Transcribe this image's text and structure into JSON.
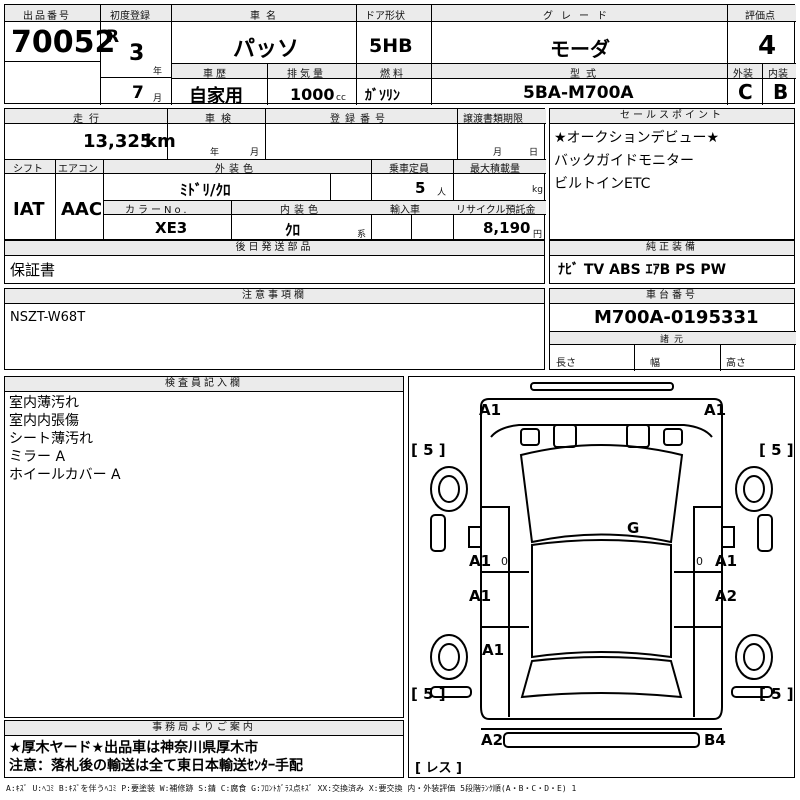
{
  "header": {
    "lot_label": "出品番号",
    "lot_no": "70052",
    "first_reg_label": "初度登録",
    "era": "R",
    "year": "3",
    "year_unit": "年",
    "month": "7",
    "month_unit": "月",
    "car_name_label": "車名",
    "car_name": "パッソ",
    "door_label": "ドア形状",
    "door": "5HB",
    "grade_label": "グレード",
    "grade": "モーダ",
    "score_label": "評価点",
    "score": "4",
    "history_label": "車歴",
    "history": "自家用",
    "displacement_label": "排気量",
    "displacement": "1000",
    "displacement_unit": "cc",
    "fuel_label": "燃料",
    "fuel": "ｶﾞｿﾘﾝ",
    "model_label": "型式",
    "model": "5BA-M700A",
    "exterior_label": "外装",
    "exterior": "C",
    "interior_label": "内装",
    "interior": "B"
  },
  "spec": {
    "mileage_label": "走行",
    "mileage": "13,325",
    "mileage_unit": "km",
    "inspection_label": "車検",
    "insp_year_unit": "年",
    "insp_month_unit": "月",
    "reg_no_label": "登録番号",
    "transfer_label": "譲渡書類期限",
    "transfer_month_unit": "月",
    "transfer_day_unit": "日",
    "shift_label": "シフト",
    "shift": "IAT",
    "ac_label": "エアコン",
    "ac": "AAC",
    "ext_color_label": "外装色",
    "ext_color": "ﾐﾄﾞﾘ/ｸﾛ",
    "capacity_label": "乗車定員",
    "capacity": "5",
    "capacity_unit": "人",
    "max_load_label": "最大積載量",
    "max_load_unit": "kg",
    "color_no_label": "カラーNo.",
    "color_no": "XE3",
    "int_color_label": "内装色",
    "int_color": "ｸﾛ",
    "int_color_unit": "系",
    "import_label": "輸入車",
    "recycle_label": "リサイクル預託金",
    "recycle": "8,190",
    "recycle_unit": "円"
  },
  "sales_points": {
    "label": "セールスポイント",
    "items": [
      "★オークションデビュー★",
      "バックガイドモニター",
      "ビルトインETC"
    ]
  },
  "later_parts": {
    "label": "後日発送部品",
    "text": "保証書"
  },
  "genuine": {
    "label": "純正装備",
    "text": "ﾅﾋﾞ TV ABS ｴｱB PS PW"
  },
  "notes": {
    "label": "注意事項欄",
    "text": "NSZT-W68T"
  },
  "chassis": {
    "label": "車台番号",
    "number": "M700A-0195331",
    "dims_label": "諸元",
    "length": "長さ",
    "width": "幅",
    "height": "高さ"
  },
  "inspector": {
    "label": "検査員記入欄",
    "lines": [
      "室内薄汚れ",
      "室内内張傷",
      "シート薄汚れ",
      "ミラー A",
      "ホイールカバー A"
    ]
  },
  "office": {
    "label": "事務局よりご案内",
    "lines": [
      "★厚木ヤード★出品車は神奈川県厚木市",
      "注意：落札後の輸送は全て東日本輸送ｾﾝﾀｰ手配"
    ]
  },
  "diagram": {
    "marks": {
      "front_left": "A1",
      "front_right": "A1",
      "tire_fl": "[ 5 ]",
      "tire_fr": "[ 5 ]",
      "tire_rl": "[ 5 ]",
      "tire_rr": "[ 5 ]",
      "glass": "G",
      "door_fl": "A1",
      "door_fr": "A1",
      "door_rl": "A1",
      "door_rr": "A2",
      "rear_qtr_l": "A1",
      "rear_left": "A2",
      "rear_right": "B4",
      "spare": "[ レス ]",
      "small_o": "0"
    }
  },
  "legend": "A:ｷｽﾞ U:ﾍｺﾐ B:ｷｽﾞを伴うﾍｺﾐ P:要塗装 W:補修跡 S:錆 C:腐食 G:ﾌﾛﾝﾄｶﾞﾗｽ点ｷｽﾞ XX:交換済み X:要交換 内・外装評価 5段階ﾗﾝｸ順(A・B・C・D・E) 1"
}
